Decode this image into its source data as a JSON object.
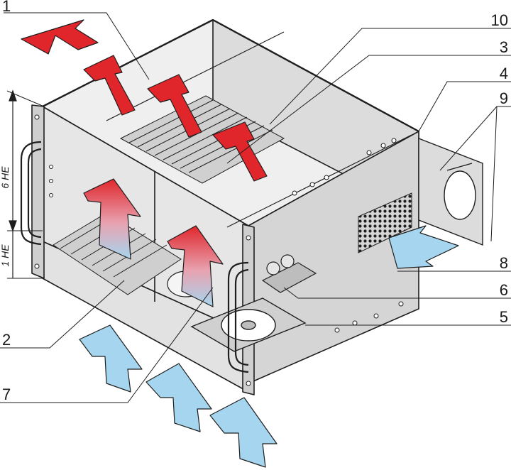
{
  "callouts": {
    "c1": "1",
    "c2": "2",
    "c3": "3",
    "c4": "4",
    "c5": "5",
    "c6": "6",
    "c7": "7",
    "c8": "8",
    "c9": "9",
    "c10": "10"
  },
  "dimensions": {
    "height_upper": "6 HE",
    "height_lower": "1 HE"
  },
  "colors": {
    "hot_air": "#e0262b",
    "cool_air": "#a6d6ef",
    "chassis_front": "#e6e6e6",
    "chassis_side": "#d4d4d4",
    "chassis_top": "#eeeeee",
    "outline": "#1e1e1e"
  }
}
